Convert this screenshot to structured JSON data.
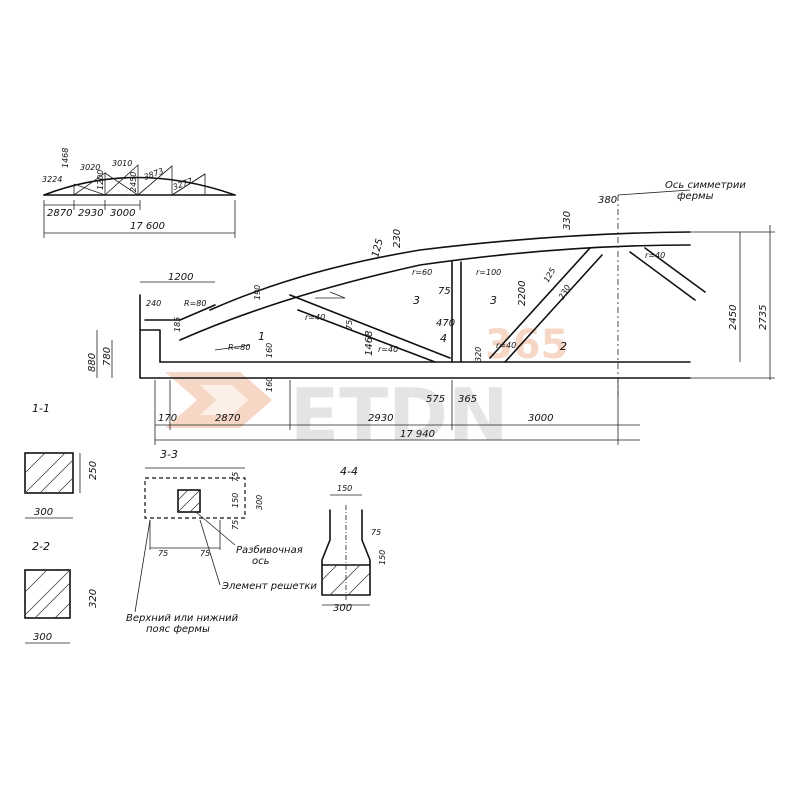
{
  "scheme": {
    "heights": [
      "1468",
      "3224",
      "3020",
      "3010",
      "1200",
      "2450",
      "3873",
      "3277"
    ],
    "spans": [
      "2870",
      "2930",
      "3000"
    ],
    "total": "17 600"
  },
  "elevation": {
    "dims_bottom": [
      "170",
      "2870",
      "2930",
      "3000"
    ],
    "total": "17 940",
    "left": {
      "d1200": "1200",
      "d240": "240",
      "r80a": "R=80",
      "d185": "185",
      "d880": "880",
      "d780": "780",
      "r80b": "R=80",
      "d160a": "160",
      "d160b": "160",
      "d190": "190"
    },
    "top": {
      "d230": "230",
      "d125": "125",
      "d330": "330",
      "d380": "380",
      "d125b": "125",
      "d230b": "230"
    },
    "center": {
      "d75": "75",
      "d470": "470",
      "d1468": "1468",
      "d2200": "2200",
      "d575": "575",
      "d365": "365",
      "d320": "320",
      "d75b": "75"
    },
    "right": {
      "d2450": "2450",
      "d2735": "2735"
    },
    "chamfers": [
      "r=40",
      "r=60",
      "r=100",
      "r=40",
      "r=40",
      "r=40"
    ],
    "section_marks": {
      "s1": "1",
      "s2": "2",
      "s3": "3",
      "s4": "4"
    },
    "axis_label": [
      "Ось симметрии",
      "фермы"
    ]
  },
  "sections": {
    "s11": {
      "title": "1-1",
      "h": "250",
      "w": "300"
    },
    "s22": {
      "title": "2-2",
      "h": "320",
      "w": "300"
    },
    "s33": {
      "title": "3-3",
      "d75a": "75",
      "d150": "150",
      "d300": "300",
      "d75b": "75",
      "d75c": "75",
      "d75d": "75"
    },
    "s44": {
      "title": "4-4",
      "top": "150",
      "d75": "75",
      "d150": "150",
      "w": "300"
    }
  },
  "notes": {
    "axis": [
      "Разбивочная",
      "ось"
    ],
    "lattice": "Элемент решетки",
    "chord": [
      "Верхний или нижний",
      "пояс фермы"
    ]
  },
  "watermark": {
    "brand": "ETDN",
    "num": "365"
  }
}
